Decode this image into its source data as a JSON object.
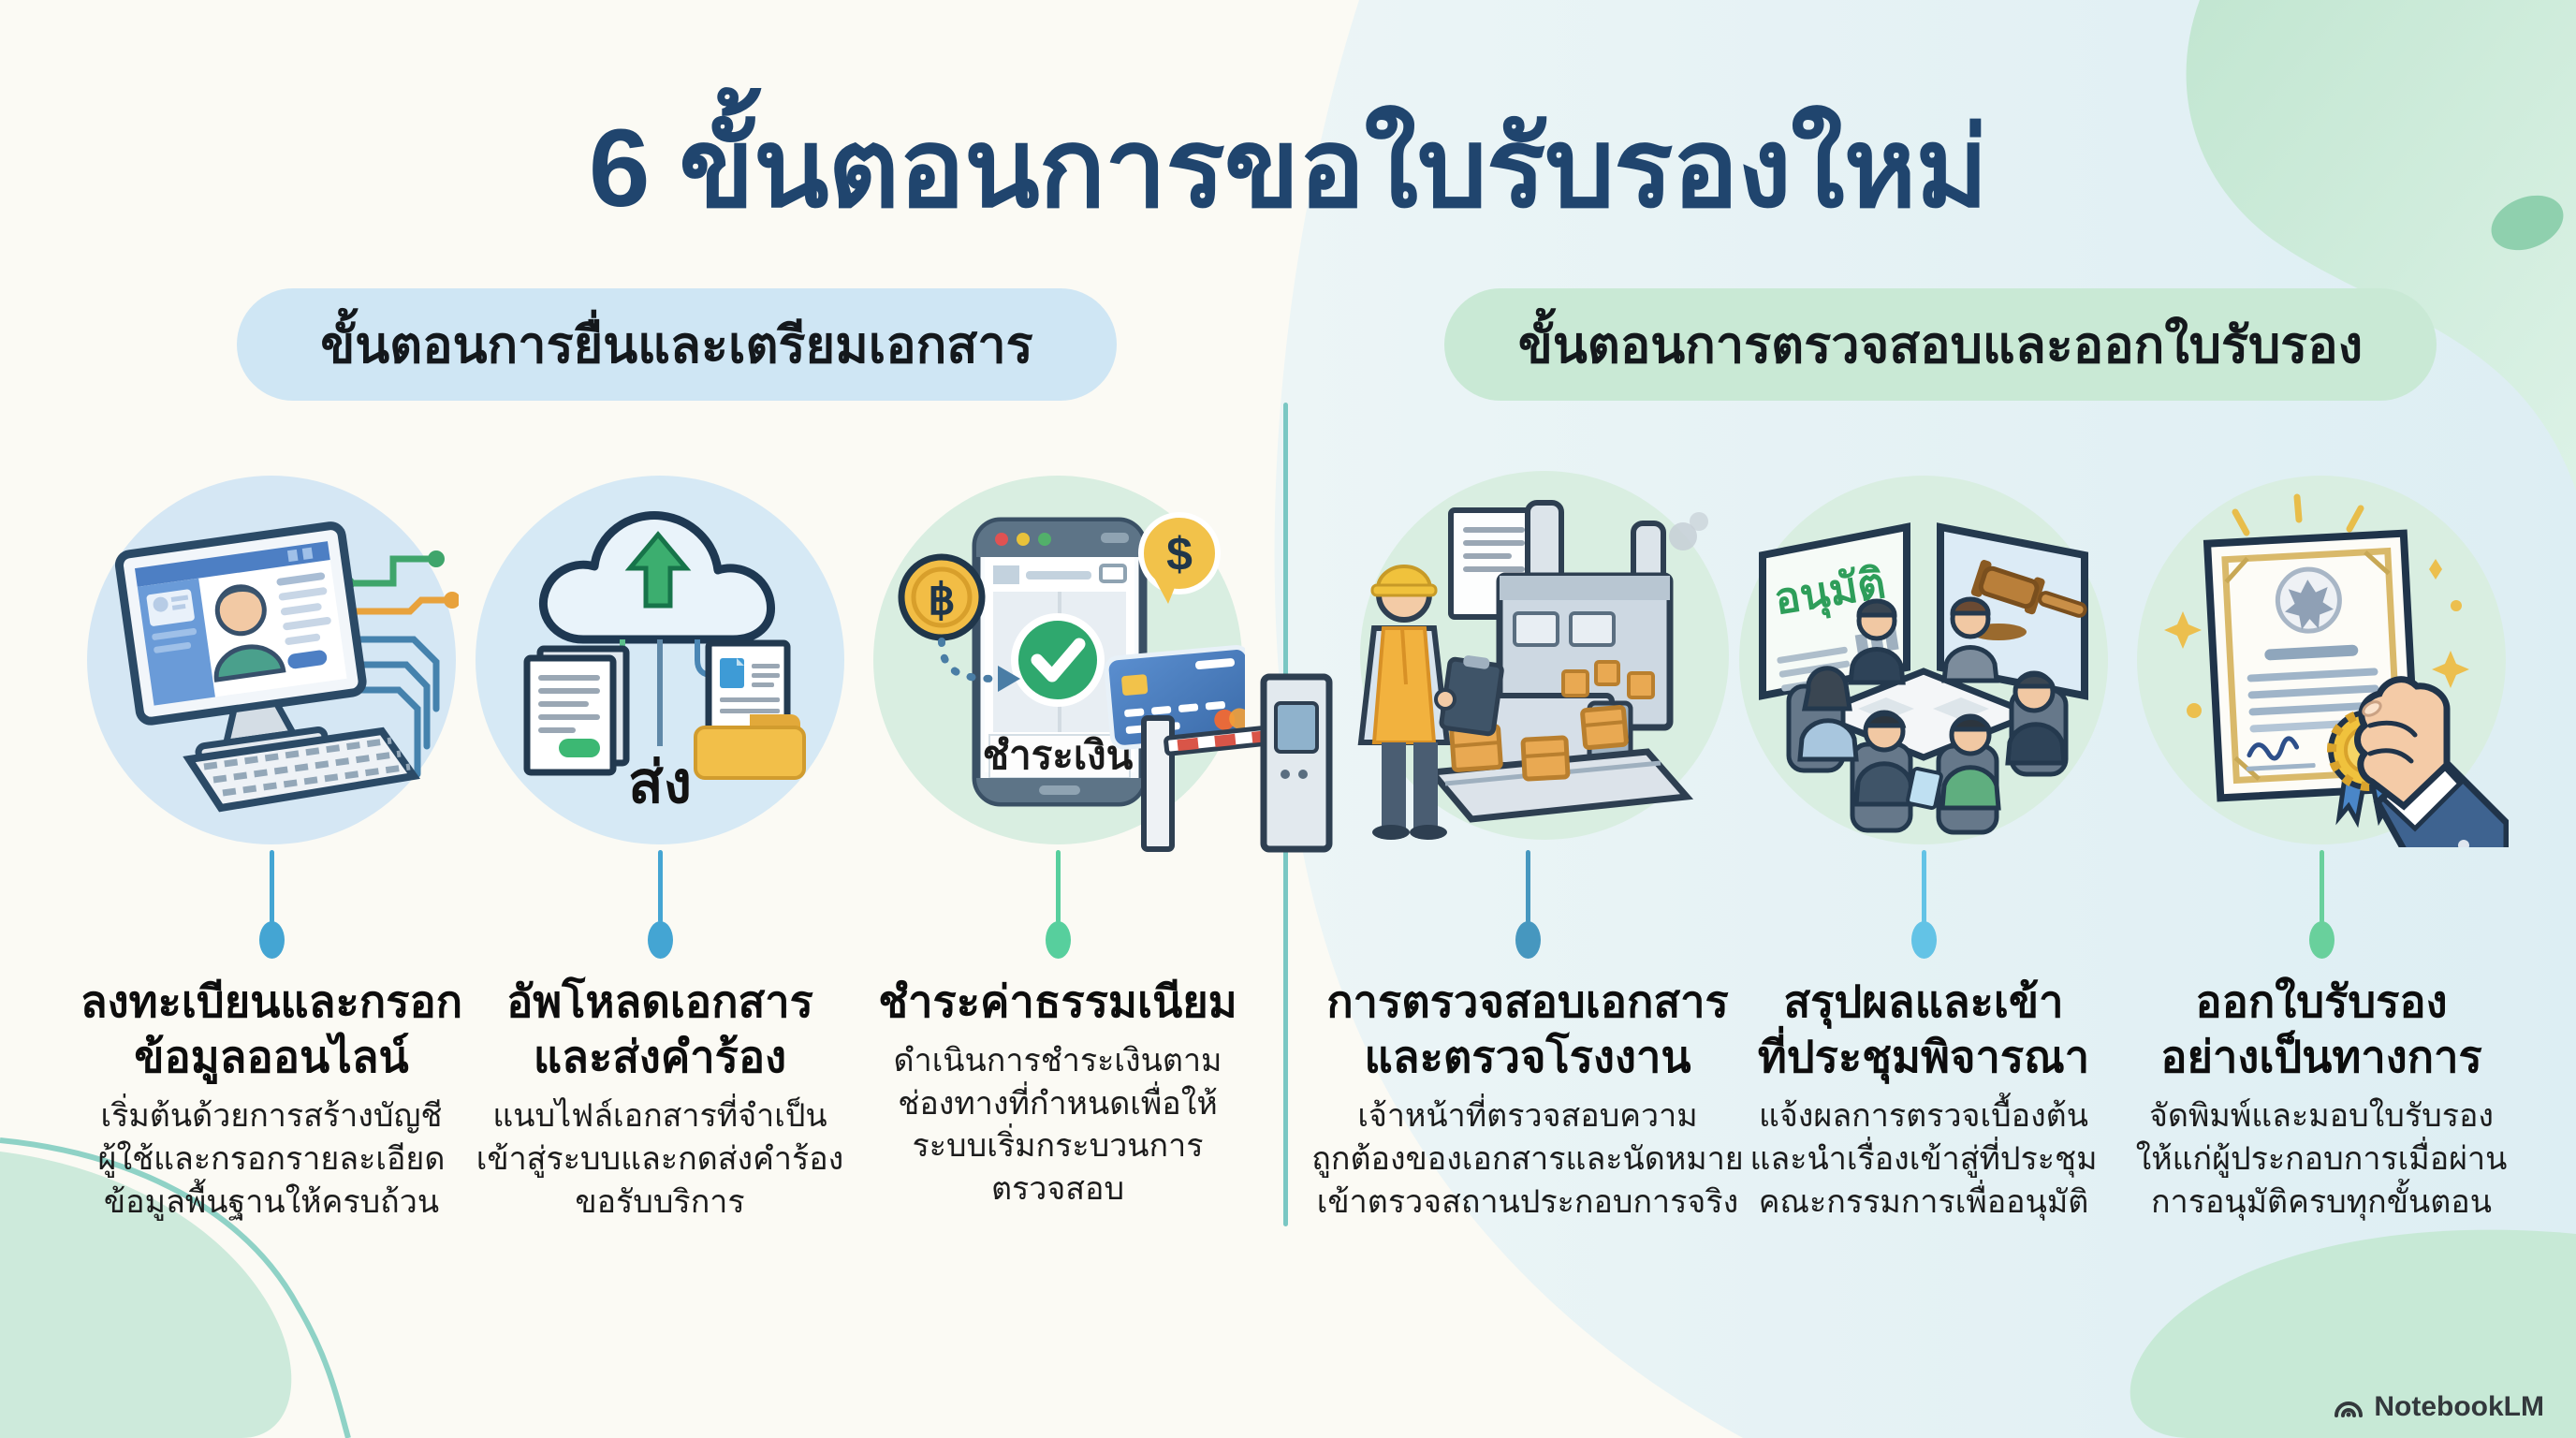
{
  "title": "6 ขั้นตอนการขอใบรับรองใหม่",
  "section_left": {
    "label": "ขั้นตอนการยื่นและเตรียมเอกสาร",
    "bg": "#cfe6f4"
  },
  "section_right": {
    "label": "ขั้นตอนการตรวจสอบและออกใบรับรอง",
    "bg": "#c9e9d5"
  },
  "steps": [
    {
      "id": 1,
      "title": "ลงทะเบียนและกรอก\nข้อมูลออนไลน์",
      "description": "เริ่มต้นด้วยการสร้างบัญชี\nผู้ใช้และกรอกรายละเอียด\nข้อมูลพื้นฐานให้ครบถ้วน",
      "dot_color": "#44a5d3",
      "icon": "computer-online-registration"
    },
    {
      "id": 2,
      "title": "อัพโหลดเอกสาร\nและส่งคำร้อง",
      "description": "แนบไฟล์เอกสารที่จำเป็น\nเข้าสู่ระบบและกดส่งคำร้อง\nขอรับบริการ",
      "dot_color": "#44a5d3",
      "icon": "cloud-upload-documents",
      "icon_label": "ส่ง"
    },
    {
      "id": 3,
      "title": "ชำระค่าธรรมเนียม",
      "description": "ดำเนินการชำระเงินตาม\nช่องทางที่กำหนดเพื่อให้\nระบบเริ่มกระบวนการ\nตรวจสอบ",
      "dot_color": "#57cf9d",
      "icon": "mobile-payment",
      "icon_label": "ชำระเงิน",
      "baht_symbol": "฿",
      "dollar_symbol": "$"
    },
    {
      "id": 4,
      "title": "การตรวจสอบเอกสาร\nและตรวจโรงงาน",
      "description": "เจ้าหน้าที่ตรวจสอบความ\nถูกต้องของเอกสารและนัดหมาย\nเข้าตรวจสถานประกอบการจริง",
      "dot_color": "#4697bf",
      "icon": "factory-inspection"
    },
    {
      "id": 5,
      "title": "สรุปผลและเข้า\nที่ประชุมพิจารณา",
      "description": "แจ้งผลการตรวจเบื้องต้น\nและนำเรื่องเข้าสู่ที่ประชุม\nคณะกรรมการเพื่ออนุมัติ",
      "dot_color": "#63c3e6",
      "icon": "committee-meeting",
      "icon_label": "อนุมัติ"
    },
    {
      "id": 6,
      "title": "ออกใบรับรอง\nอย่างเป็นทางการ",
      "description": "จัดพิมพ์และมอบใบรับรอง\nให้แก่ผู้ประกอบการเมื่อผ่าน\nการอนุมัติครบทุกขั้นตอน",
      "dot_color": "#69d09c",
      "icon": "certificate-issued"
    }
  ],
  "watermark": "NotebookLM",
  "colors": {
    "title_text": "#20456e",
    "divider": "#7ac7c3",
    "body_text": "#1c1c1c",
    "left_accent": "#cfe6f4",
    "right_accent": "#c9e9d5"
  }
}
